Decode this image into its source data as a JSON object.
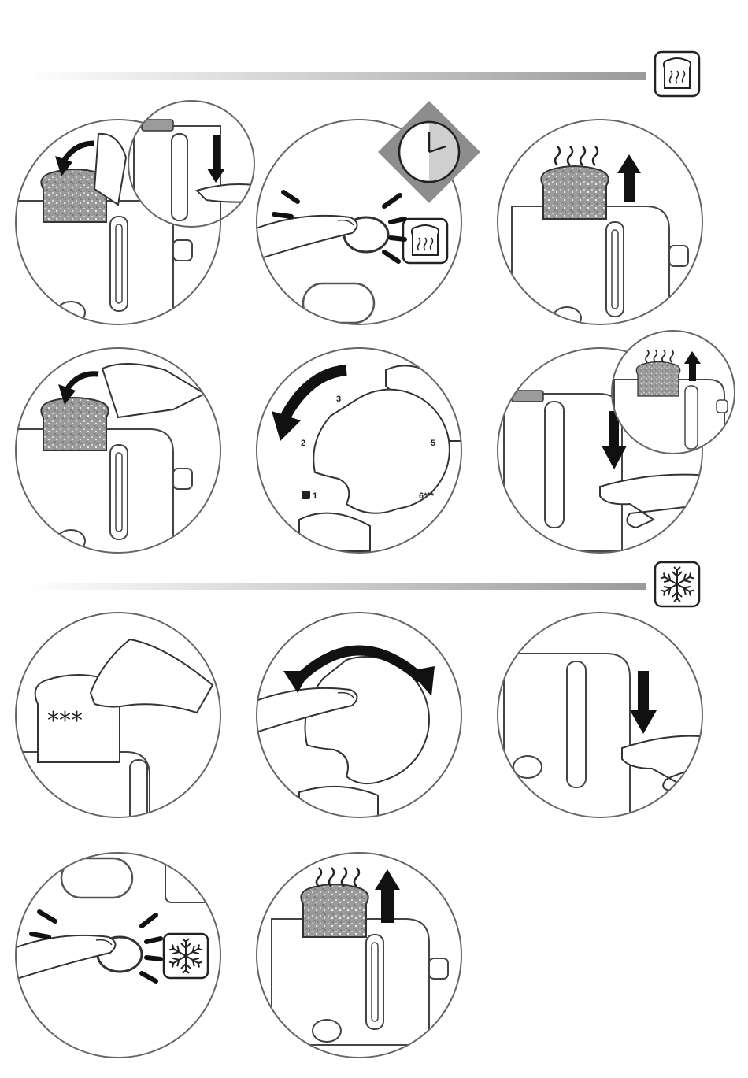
{
  "sections": [
    {
      "id": "reheat",
      "icon": "reheat-toast-icon"
    },
    {
      "id": "defrost",
      "icon": "snowflake-icon"
    }
  ],
  "dial": {
    "labels": [
      "1",
      "2",
      "3",
      "5",
      "6***"
    ]
  },
  "frozen_bread_marking": "***",
  "colors": {
    "line": "#333333",
    "bar_dark": "#9a9a9a",
    "bar_light": "#eeeeee",
    "toast_fill": "#9b9b9b",
    "arrow": "#111111"
  }
}
